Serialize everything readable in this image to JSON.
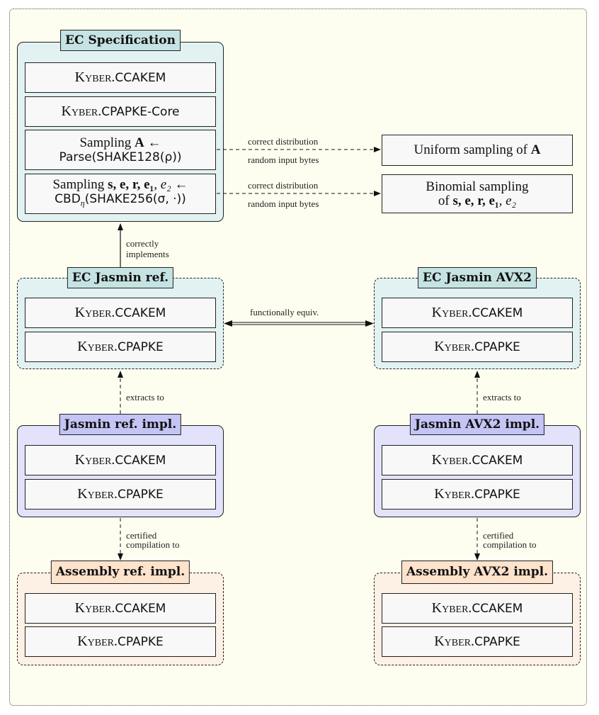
{
  "diagram": {
    "colors": {
      "background": "#fefef0",
      "spec_fill": "#e2f1f1",
      "spec_title": "#c6e3e3",
      "jasmin_fill": "#e2e2fb",
      "jasmin_title": "#c4c4f5",
      "assembly_fill": "#fdf0e4",
      "assembly_title": "#fde2cc",
      "item_fill": "#f8f8f8"
    },
    "groups": {
      "ec_spec": {
        "title": "EC Specification",
        "items": {
          "ccakem": {
            "prefix": "Kyber.",
            "name": "CCAKEM"
          },
          "cpapke_core": {
            "prefix": "Kyber.",
            "name": "CPAPKE-Core"
          },
          "sampling_a": {
            "line1_text": "Sampling ",
            "line1_sym": "A",
            "arrow": " ←",
            "line2": "Parse(SHAKE128(ρ))"
          },
          "sampling_s": {
            "line1_text": "Sampling ",
            "line1_sym": "s, e, r, e₁",
            "line1_sym2": ", e₂",
            "arrow": " ←",
            "line2_a": "CBD",
            "line2_sub": "η",
            "line2_b": "(SHAKE256(σ, ·))"
          }
        }
      },
      "ec_jasmin_ref": {
        "title": "EC Jasmin ref.",
        "items": [
          {
            "prefix": "Kyber.",
            "name": "CCAKEM"
          },
          {
            "prefix": "Kyber.",
            "name": "CPAPKE"
          }
        ]
      },
      "ec_jasmin_avx2": {
        "title": "EC Jasmin AVX2",
        "items": [
          {
            "prefix": "Kyber.",
            "name": "CCAKEM"
          },
          {
            "prefix": "Kyber.",
            "name": "CPAPKE"
          }
        ]
      },
      "jasmin_ref_impl": {
        "title": "Jasmin ref. impl.",
        "items": [
          {
            "prefix": "Kyber.",
            "name": "CCAKEM"
          },
          {
            "prefix": "Kyber.",
            "name": "CPAPKE"
          }
        ]
      },
      "jasmin_avx2_impl": {
        "title": "Jasmin AVX2 impl.",
        "items": [
          {
            "prefix": "Kyber.",
            "name": "CCAKEM"
          },
          {
            "prefix": "Kyber.",
            "name": "CPAPKE"
          }
        ]
      },
      "assembly_ref_impl": {
        "title": "Assembly ref. impl.",
        "items": [
          {
            "prefix": "Kyber.",
            "name": "CCAKEM"
          },
          {
            "prefix": "Kyber.",
            "name": "CPAPKE"
          }
        ]
      },
      "assembly_avx2_impl": {
        "title": "Assembly AVX2 impl.",
        "items": [
          {
            "prefix": "Kyber.",
            "name": "CCAKEM"
          },
          {
            "prefix": "Kyber.",
            "name": "CPAPKE"
          }
        ]
      }
    },
    "targets": {
      "uniform": {
        "text": "Uniform sampling of ",
        "sym": "A"
      },
      "binomial": {
        "line1": "Binomial sampling",
        "line2_text": "of ",
        "line2_sym": "s, e, r, e₁",
        "line2_sym2": ", e₂"
      }
    },
    "edges": {
      "dist_top": "correct distribution",
      "bytes_top": "random input bytes",
      "dist_bottom": "correct distribution",
      "bytes_bottom": "random input bytes",
      "correctly_1": "correctly",
      "correctly_2": "implements",
      "func_equiv": "functionally equiv.",
      "extracts_left": "extracts to",
      "extracts_right": "extracts to",
      "certified_left_1": "certified",
      "certified_left_2": "compilation to",
      "certified_right_1": "certified",
      "certified_right_2": "compilation to"
    }
  }
}
